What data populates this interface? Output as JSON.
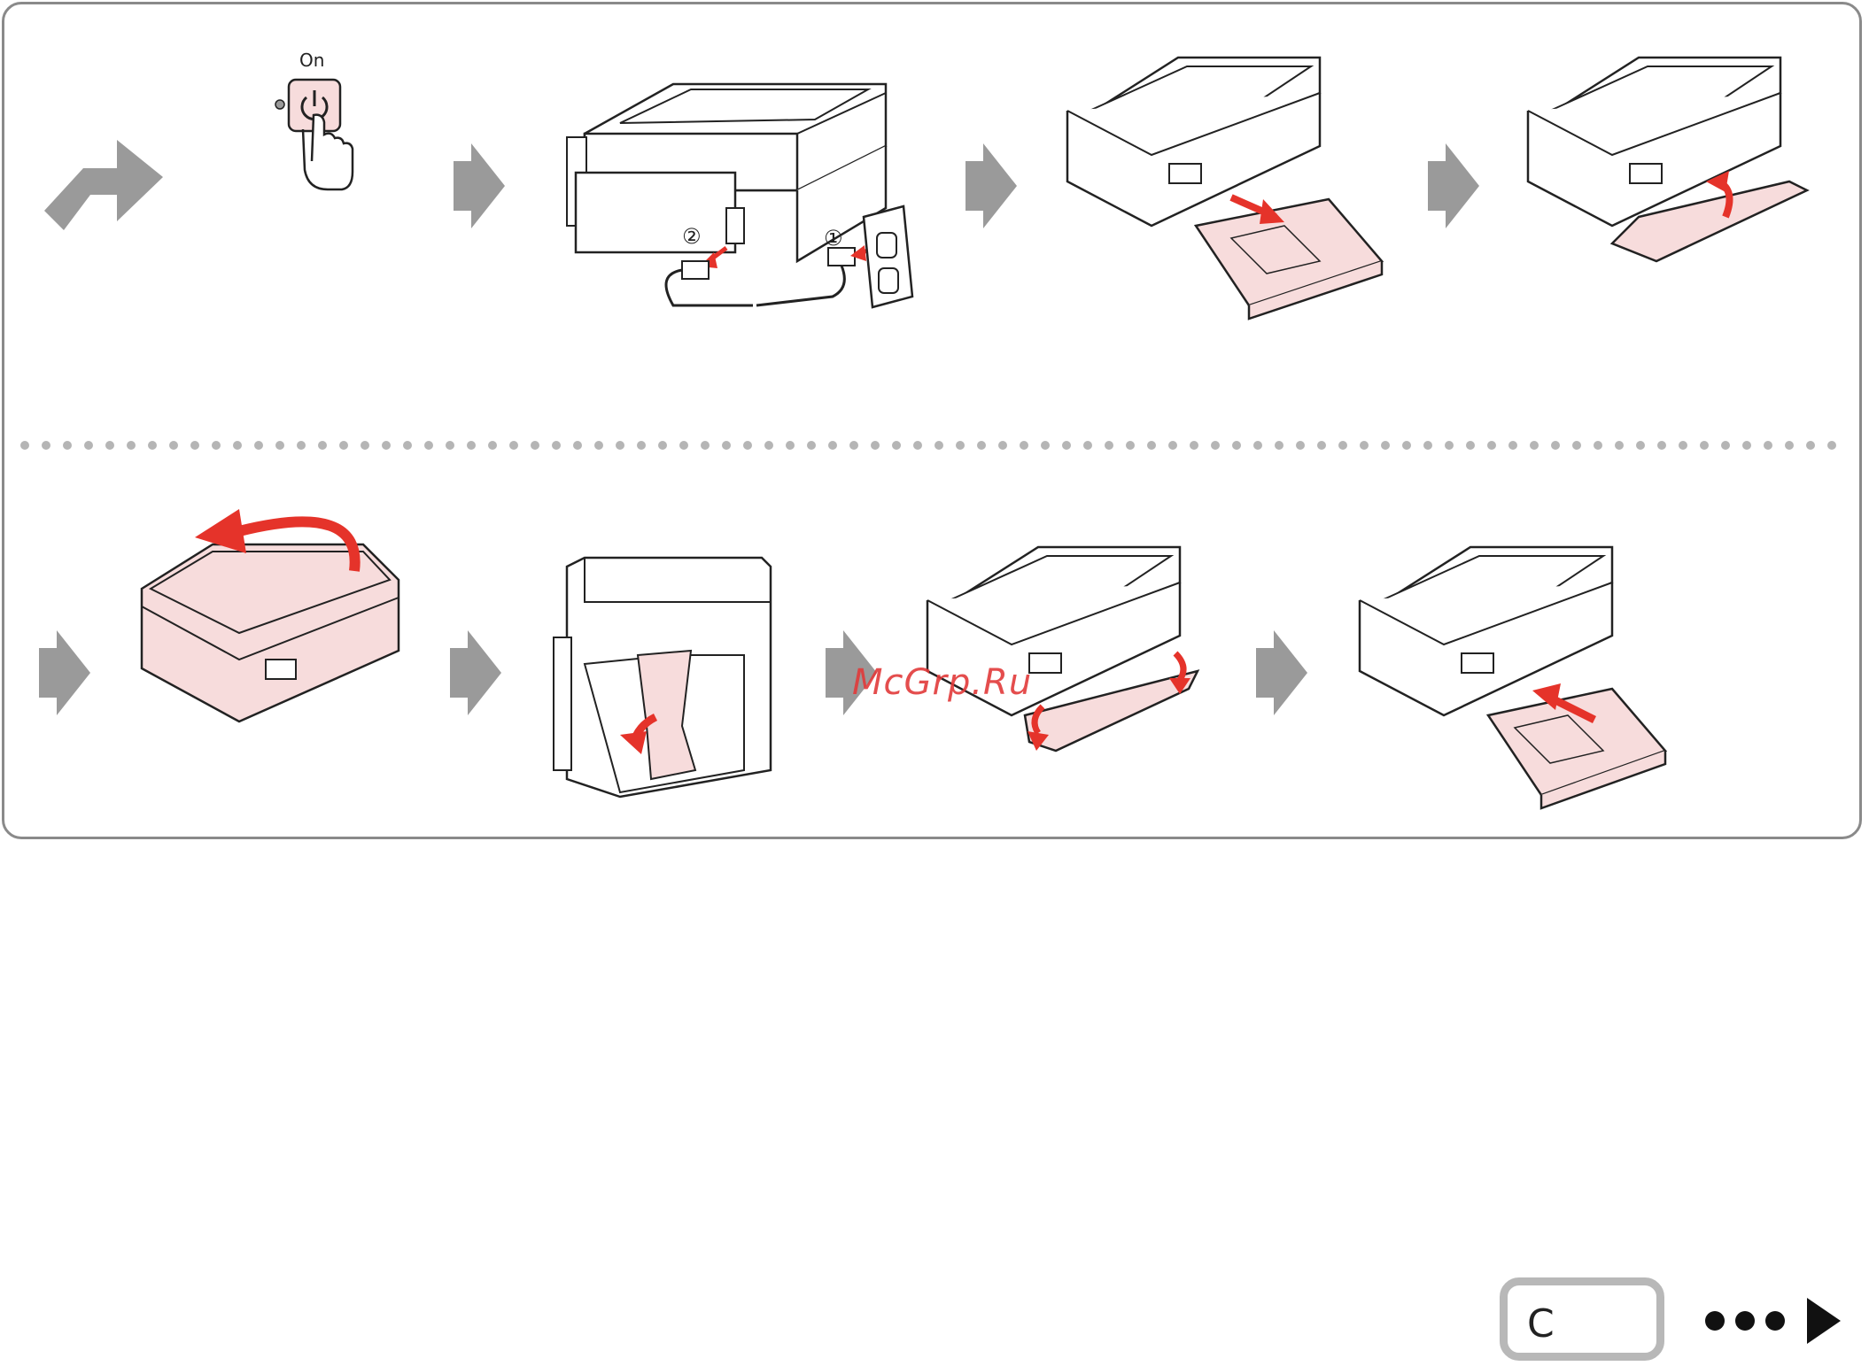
{
  "power_button": {
    "label": "On"
  },
  "cable_steps": {
    "step_one": "①",
    "step_two": "②"
  },
  "watermark": {
    "text": "McGrp.Ru"
  },
  "section_ref": {
    "label": "C"
  },
  "colors": {
    "highlight": "#f7dcdc",
    "accent_red": "#e5332a",
    "arrow_gray": "#9a9a9a",
    "line": "#222222"
  }
}
